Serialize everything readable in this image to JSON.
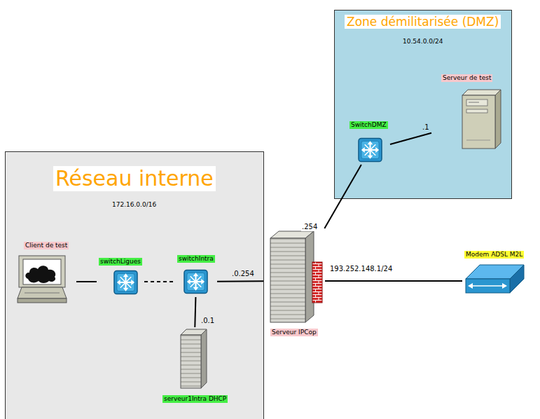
{
  "diagram": {
    "nodes": [
      {
        "text": [
          "Zone démilitarisée (DMZ)",
          "10.54.0.0/24"
        ]
      },
      {
        "text": [
          "SwitchDMZ"
        ],
        "in": 0
      },
      {
        "text": [
          "Serveur de test"
        ],
        "in": 0
      },
      {
        "text": [
          "Réseau interne",
          "172.16.0.0/16"
        ]
      },
      {
        "text": [
          "Client de test"
        ],
        "in": 3
      },
      {
        "text": [
          "switchLigues"
        ],
        "in": 3
      },
      {
        "text": [
          "switchIntra"
        ],
        "in": 3
      },
      {
        "text": [
          "serveur1Intra DHCP"
        ],
        "in": 3
      },
      {
        "text": [
          "Serveur IPCop"
        ]
      },
      {
        "text": [
          "Modem ADSL M2L"
        ]
      }
    ],
    "edges": [
      {
        "from": 1,
        "to": 2,
        "arrow": "none",
        "label": ".1"
      },
      {
        "from": 8,
        "to": 1,
        "arrow": "none",
        "label": ".254"
      },
      {
        "from": 4,
        "to": 5,
        "arrow": "none"
      },
      {
        "from": 5,
        "to": 6,
        "arrow": "none"
      },
      {
        "from": 6,
        "to": 7,
        "arrow": "none",
        "label": ".0.1"
      },
      {
        "from": 6,
        "to": 8,
        "arrow": "none",
        "label": ".0.254"
      },
      {
        "from": 8,
        "to": 9,
        "arrow": "none",
        "label": "193.252.148.1/24"
      }
    ]
  }
}
